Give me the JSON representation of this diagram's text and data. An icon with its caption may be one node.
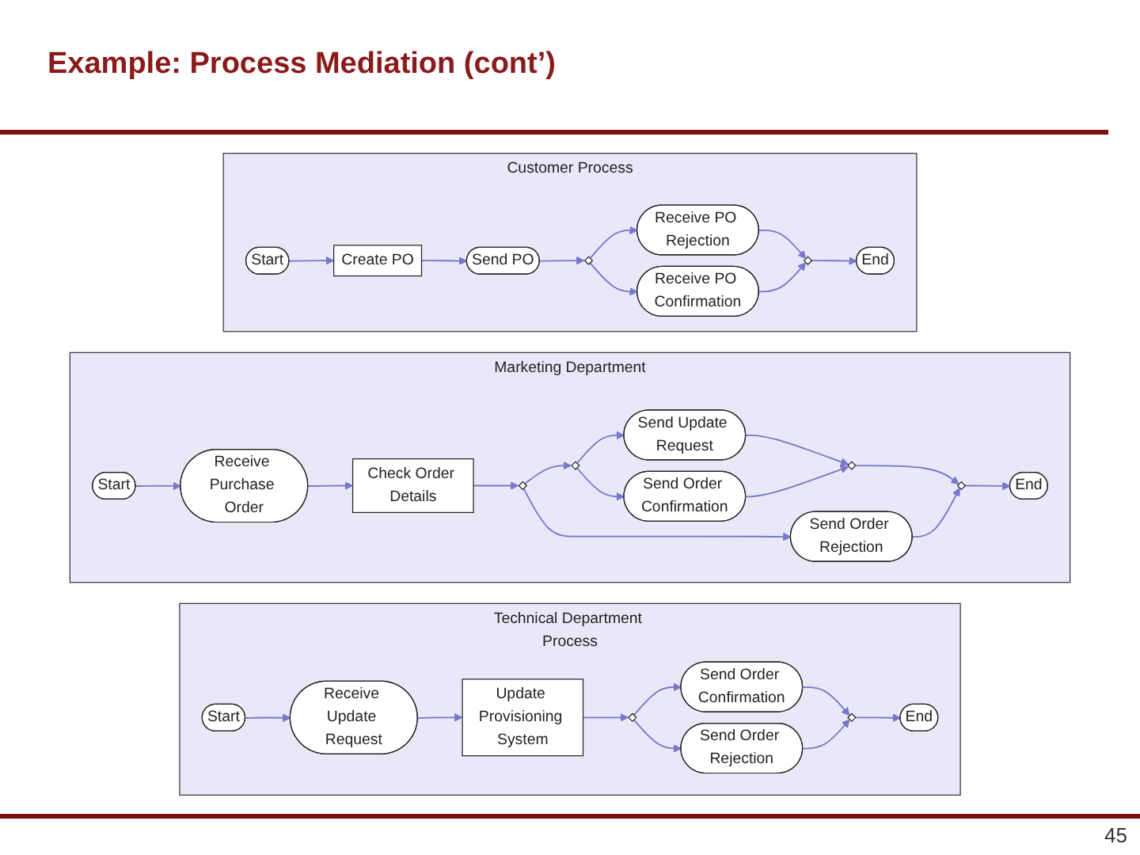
{
  "diagram": {
    "title": "Example: Process Mediation (cont’)",
    "nodes": [
      {
        "text": [
          "Customer Process"
        ]
      },
      {
        "text": [
          "Start"
        ],
        "in": 0
      },
      {
        "text": [
          "Create PO"
        ],
        "in": 0
      },
      {
        "text": [
          "Send PO"
        ],
        "in": 0
      },
      {
        "text": [],
        "shape": "diamond",
        "in": 0
      },
      {
        "text": [
          "Receive PO Rejection"
        ],
        "in": 0
      },
      {
        "text": [
          "Receive PO Confirmation"
        ],
        "in": 0
      },
      {
        "text": [],
        "shape": "diamond",
        "in": 0
      },
      {
        "text": [
          "End"
        ],
        "in": 0
      },
      {
        "text": [
          "Marketing Department"
        ]
      },
      {
        "text": [
          "Start"
        ],
        "in": 9
      },
      {
        "text": [
          "Receive Purchase Order"
        ],
        "in": 9
      },
      {
        "text": [
          "Check Order Details"
        ],
        "in": 9
      },
      {
        "text": [],
        "shape": "diamond",
        "in": 9
      },
      {
        "text": [],
        "shape": "diamond",
        "in": 9
      },
      {
        "text": [
          "Send Update Request"
        ],
        "in": 9
      },
      {
        "text": [
          "Send Order Confirmation"
        ],
        "in": 9
      },
      {
        "text": [],
        "shape": "diamond",
        "in": 9
      },
      {
        "text": [
          "Send Order Rejection"
        ],
        "in": 9
      },
      {
        "text": [],
        "shape": "diamond",
        "in": 9
      },
      {
        "text": [
          "End"
        ],
        "in": 9
      },
      {
        "text": [
          "Technical Department Process"
        ]
      },
      {
        "text": [
          "Start"
        ],
        "in": 21
      },
      {
        "text": [
          "Receive Update Request"
        ],
        "in": 21
      },
      {
        "text": [
          "Update Provisioning System"
        ],
        "in": 21
      },
      {
        "text": [],
        "shape": "diamond",
        "in": 21
      },
      {
        "text": [
          "Send Order Confirmation"
        ],
        "in": 21
      },
      {
        "text": [
          "Send Order Rejection"
        ],
        "in": 21
      },
      {
        "text": [],
        "shape": "diamond",
        "in": 21
      },
      {
        "text": [
          "End"
        ],
        "in": 21
      }
    ],
    "edges": [
      {
        "from": 1,
        "to": 2,
        "arrow": "to"
      },
      {
        "from": 2,
        "to": 3,
        "arrow": "to"
      },
      {
        "from": 3,
        "to": 4,
        "arrow": "to"
      },
      {
        "from": 4,
        "to": 5,
        "arrow": "to"
      },
      {
        "from": 4,
        "to": 6,
        "arrow": "to"
      },
      {
        "from": 5,
        "to": 7,
        "arrow": "to"
      },
      {
        "from": 6,
        "to": 7,
        "arrow": "to"
      },
      {
        "from": 7,
        "to": 8,
        "arrow": "to"
      },
      {
        "from": 10,
        "to": 11,
        "arrow": "to"
      },
      {
        "from": 11,
        "to": 12,
        "arrow": "to"
      },
      {
        "from": 12,
        "to": 13,
        "arrow": "to"
      },
      {
        "from": 13,
        "to": 14,
        "arrow": "to"
      },
      {
        "from": 13,
        "to": 18,
        "arrow": "to"
      },
      {
        "from": 14,
        "to": 15,
        "arrow": "to"
      },
      {
        "from": 14,
        "to": 16,
        "arrow": "to"
      },
      {
        "from": 15,
        "to": 17,
        "arrow": "to"
      },
      {
        "from": 16,
        "to": 17,
        "arrow": "to"
      },
      {
        "from": 17,
        "to": 19,
        "arrow": "to"
      },
      {
        "from": 18,
        "to": 19,
        "arrow": "to"
      },
      {
        "from": 19,
        "to": 20,
        "arrow": "to"
      },
      {
        "from": 22,
        "to": 23,
        "arrow": "to"
      },
      {
        "from": 23,
        "to": 24,
        "arrow": "to"
      },
      {
        "from": 24,
        "to": 25,
        "arrow": "to"
      },
      {
        "from": 25,
        "to": 26,
        "arrow": "to"
      },
      {
        "from": 25,
        "to": 27,
        "arrow": "to"
      },
      {
        "from": 26,
        "to": 28,
        "arrow": "to"
      },
      {
        "from": 27,
        "to": 28,
        "arrow": "to"
      },
      {
        "from": 28,
        "to": 29,
        "arrow": "to"
      }
    ],
    "labels": [
      "45"
    ]
  }
}
